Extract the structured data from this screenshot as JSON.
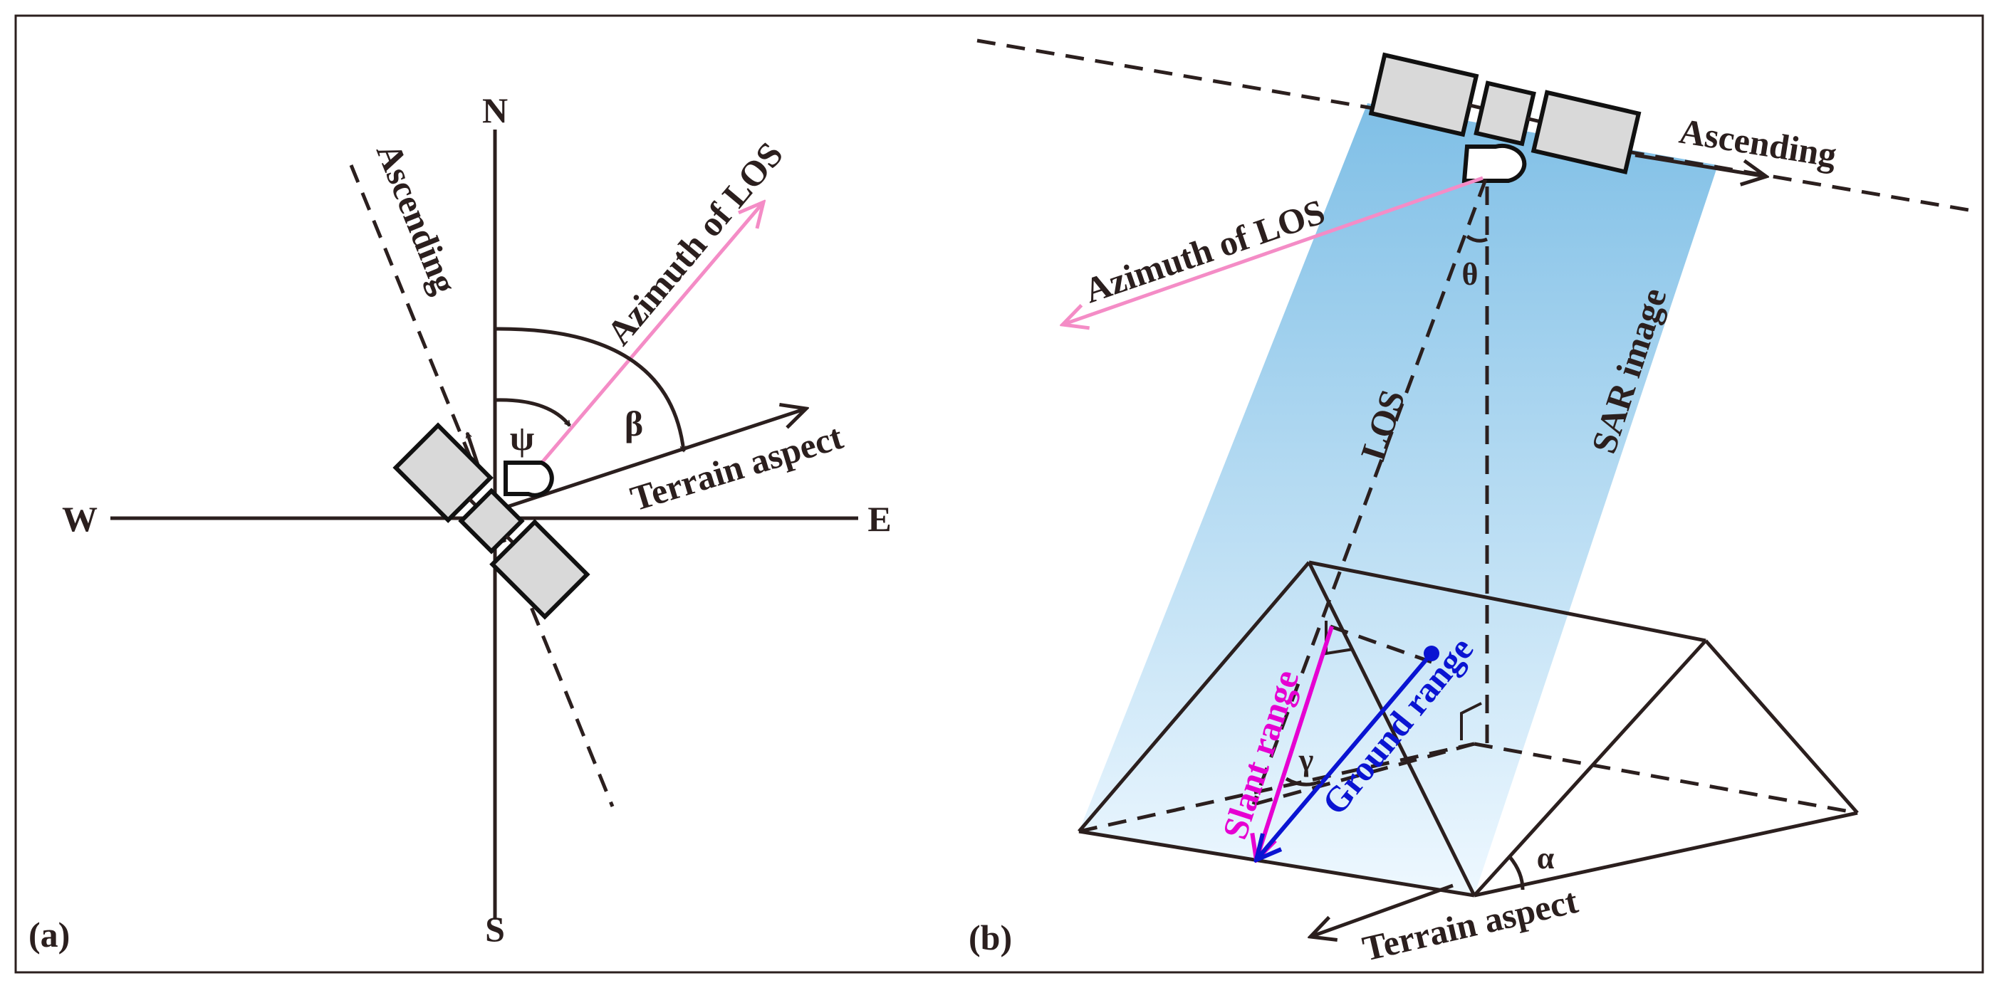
{
  "colors": {
    "ink": "#2b1f1e",
    "los_azimuth": "#f48cc6",
    "slant_range": "#e600d2",
    "ground_range": "#0a14d2",
    "sar_top": "#7fbfe6",
    "sar_bottom": "#eef8ff",
    "satellite_fill": "#d9d9d9"
  },
  "panel_a": {
    "tag": "(a)",
    "north": "N",
    "south": "S",
    "east": "E",
    "west": "W",
    "ascending": "Ascending",
    "azimuth_los": "Azimuth of LOS",
    "terrain_aspect": "Terrain aspect",
    "psi": "ψ",
    "beta": "β",
    "icons": [
      "satellite-icon",
      "antenna-icon"
    ]
  },
  "panel_b": {
    "tag": "(b)",
    "ascending": "Ascending",
    "azimuth_los": "Azimuth of LOS",
    "theta": "θ",
    "los": "LOS",
    "sar_image": "SAR image",
    "slant_range": "Slant range",
    "ground_range": "Ground range",
    "gamma": "γ",
    "alpha": "α",
    "terrain_aspect": "Terrain aspect",
    "icons": [
      "satellite-icon",
      "antenna-icon"
    ]
  }
}
